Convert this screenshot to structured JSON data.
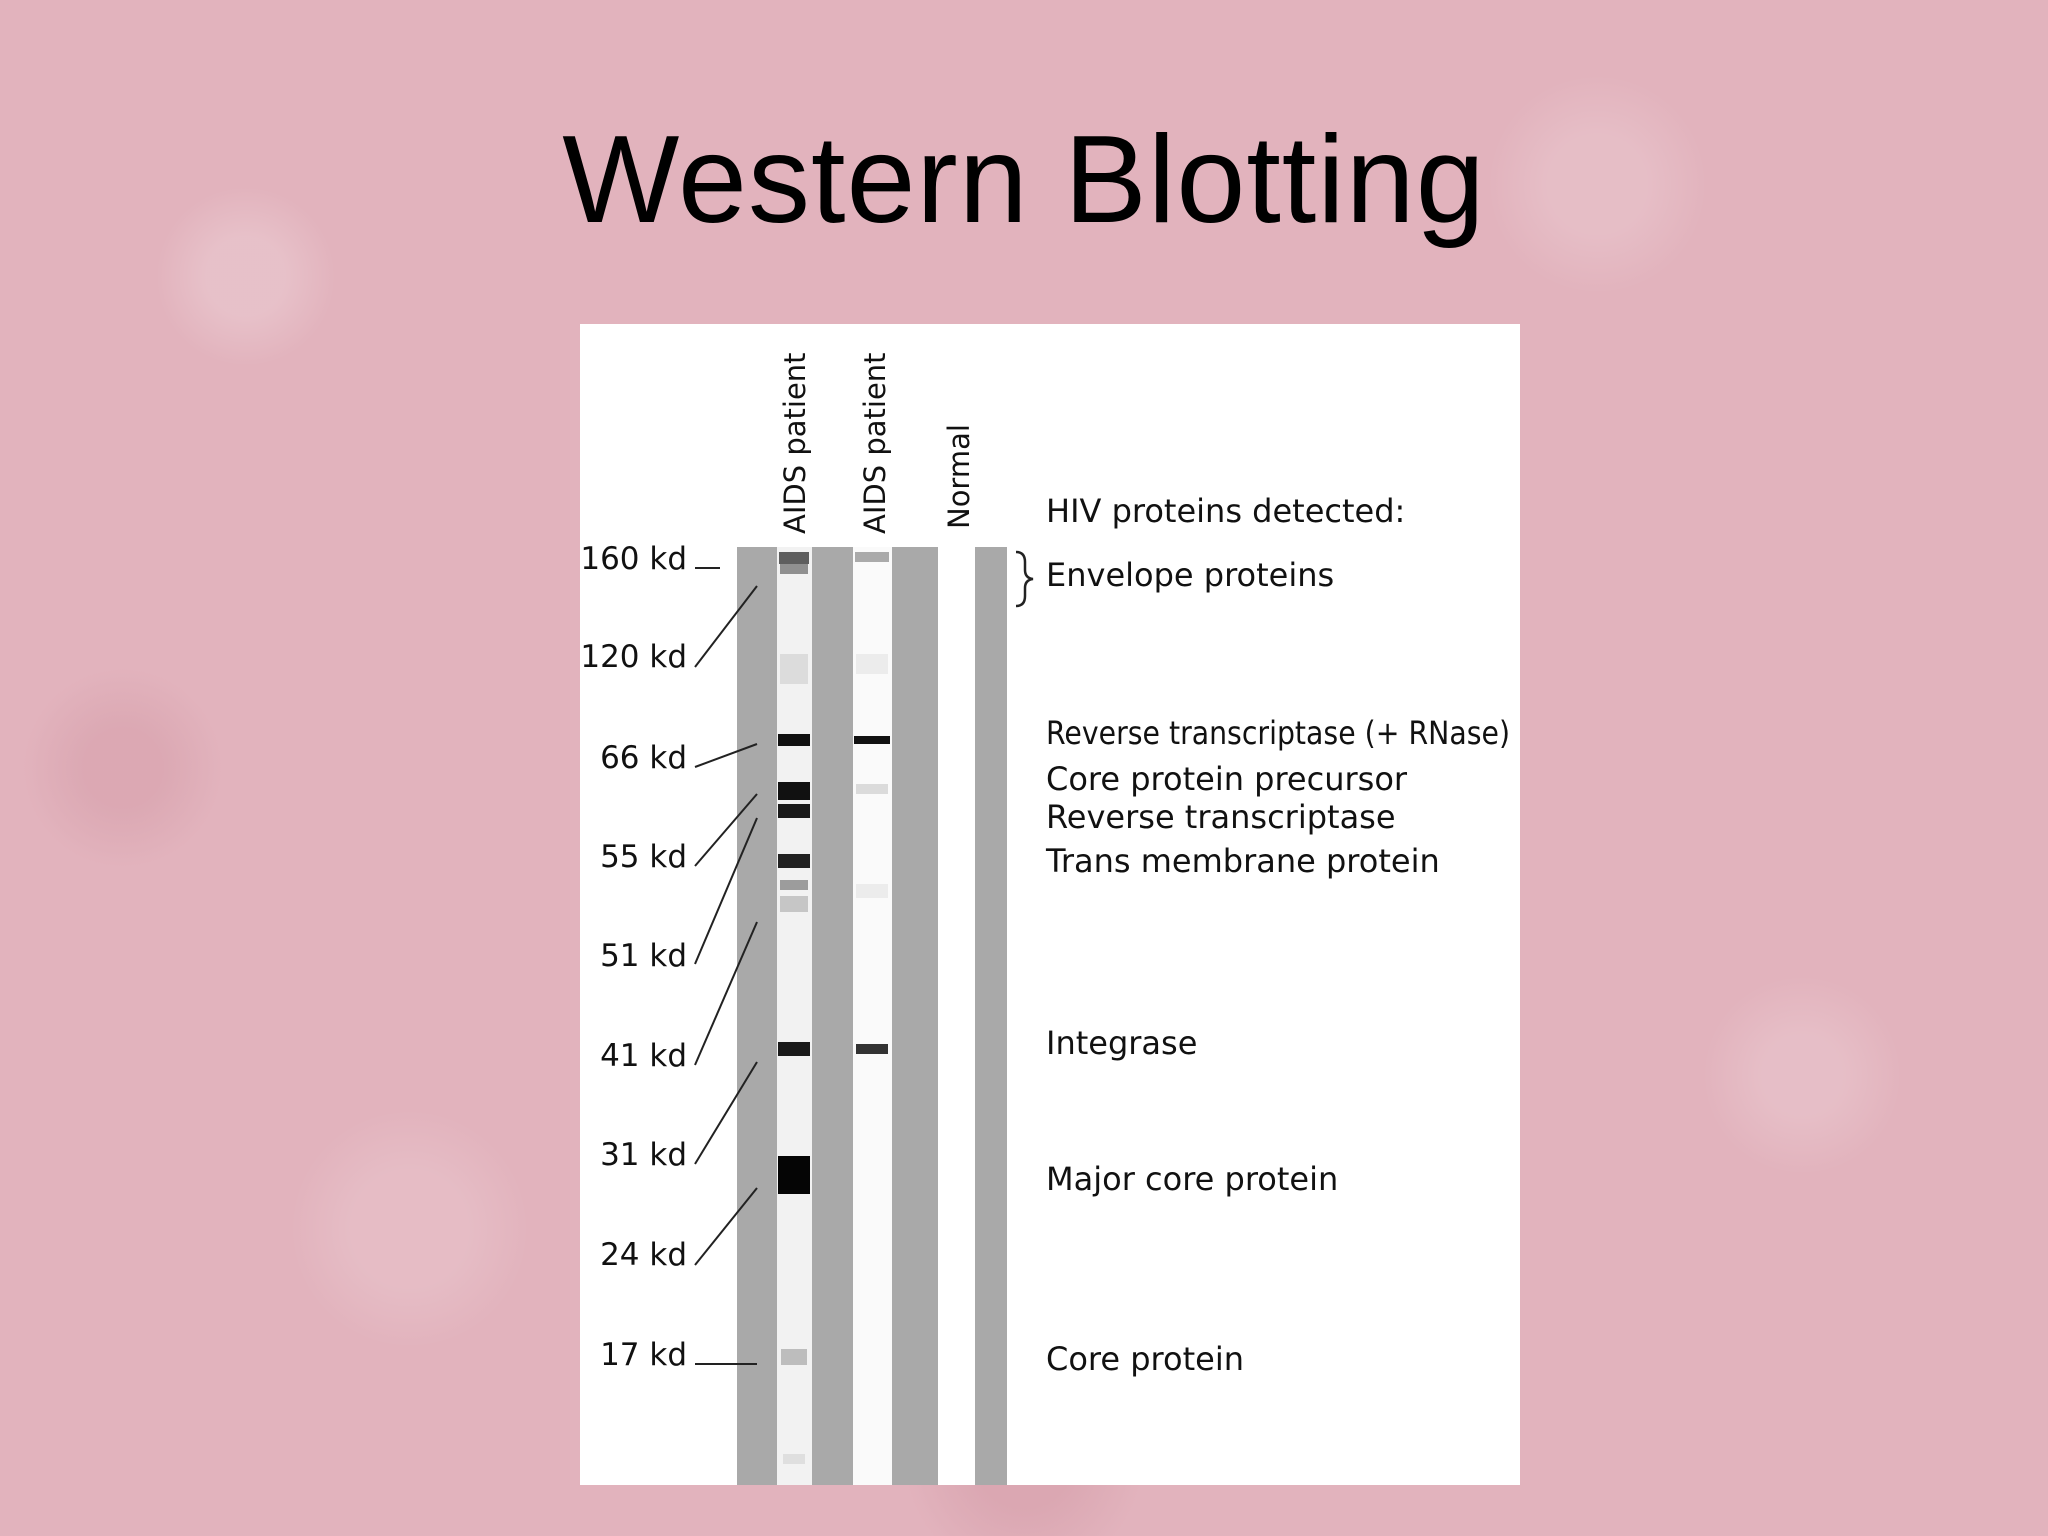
{
  "slide": {
    "title": "Western Blotting"
  },
  "blot": {
    "lane_labels": [
      "AIDS patient",
      "AIDS patient",
      "Normal"
    ],
    "detected_heading": "HIV proteins detected:",
    "markers": [
      "160 kd",
      "120 kd",
      "66 kd",
      "55 kd",
      "51 kd",
      "41 kd",
      "31 kd",
      "24 kd",
      "17 kd"
    ],
    "proteins": [
      "Envelope proteins",
      "Reverse transcriptase (+ RNase)",
      "Core protein precursor",
      "Reverse transcriptase",
      "Trans membrane protein",
      "Integrase",
      "Major core protein",
      "Core protein"
    ]
  }
}
